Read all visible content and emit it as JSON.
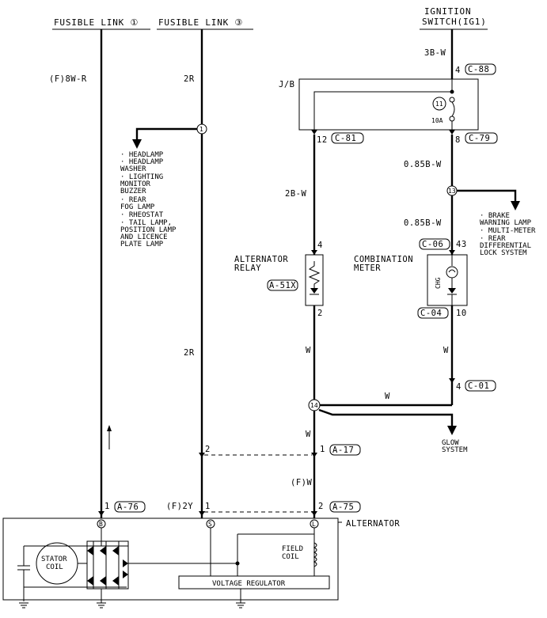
{
  "headers": {
    "fusible_link_1": "FUSIBLE LINK ①",
    "fusible_link_3": "FUSIBLE LINK ③",
    "ignition_line1": "IGNITION",
    "ignition_line2": "SWITCH(IG1)"
  },
  "wires": {
    "w_8w_r": "(F)8W-R",
    "w_2r_top": "2R",
    "w_2r_mid": "2R",
    "w_3b_w": "3B-W",
    "w_2b_w": "2B-W",
    "w_085bw_a": "0.85B-W",
    "w_085bw_b": "0.85B-W",
    "w_w_relay": "W",
    "w_w_meter": "W",
    "w_w_horiz": "W",
    "w_w_lower": "W",
    "w_f2y": "(F)2Y",
    "w_fw": "(F)W"
  },
  "connectors": {
    "c88": "C-88",
    "c81": "C-81",
    "c79": "C-79",
    "c06": "C-06",
    "c04": "C-04",
    "c01": "C-01",
    "a51x": "A-51X",
    "a17": "A-17",
    "a76": "A-76",
    "a75": "A-75"
  },
  "pins": {
    "p4_top": "4",
    "p12": "12",
    "p8": "8",
    "p4_relay": "4",
    "p2_relay": "2",
    "p43": "43",
    "p10": "10",
    "p4_c01": "4",
    "p2_a17": "2",
    "p1_a17": "1",
    "p1_a76": "1",
    "p1_a75": "1",
    "p2_a75": "2"
  },
  "junctions": {
    "j1": "1",
    "j13": "13",
    "j14": "14",
    "j11": "11"
  },
  "components": {
    "jb": "J/B",
    "fuse_rating": "10A",
    "alt_relay_l1": "ALTERNATOR",
    "alt_relay_l2": "RELAY",
    "comb_meter_l1": "COMBINATION",
    "comb_meter_l2": "METER",
    "chg": "CHG",
    "alternator": "ALTERNATOR",
    "field_coil_l1": "FIELD",
    "field_coil_l2": "COIL",
    "stator_l1": "STATOR",
    "stator_l2": "COIL",
    "voltage_regulator": "VOLTAGE REGULATOR",
    "term_b_left": "B",
    "term_s": "S",
    "term_l": "L"
  },
  "branch_left_items": [
    "· HEADLAMP",
    "· HEADLAMP",
    "  WASHER",
    "· LIGHTING",
    "  MONITOR",
    "  BUZZER",
    "· REAR",
    "  FOG LAMP",
    "· RHEOSTAT",
    "· TAIL LAMP,",
    "  POSITION LAMP",
    "  AND LICENCE",
    "  PLATE LAMP"
  ],
  "branch_right_items": [
    "· BRAKE",
    "  WARNING LAMP",
    "· MULTI-METER",
    "· REAR",
    "  DIFFERENTIAL",
    "  LOCK SYSTEM"
  ],
  "glow_l1": "GLOW",
  "glow_l2": "SYSTEM"
}
